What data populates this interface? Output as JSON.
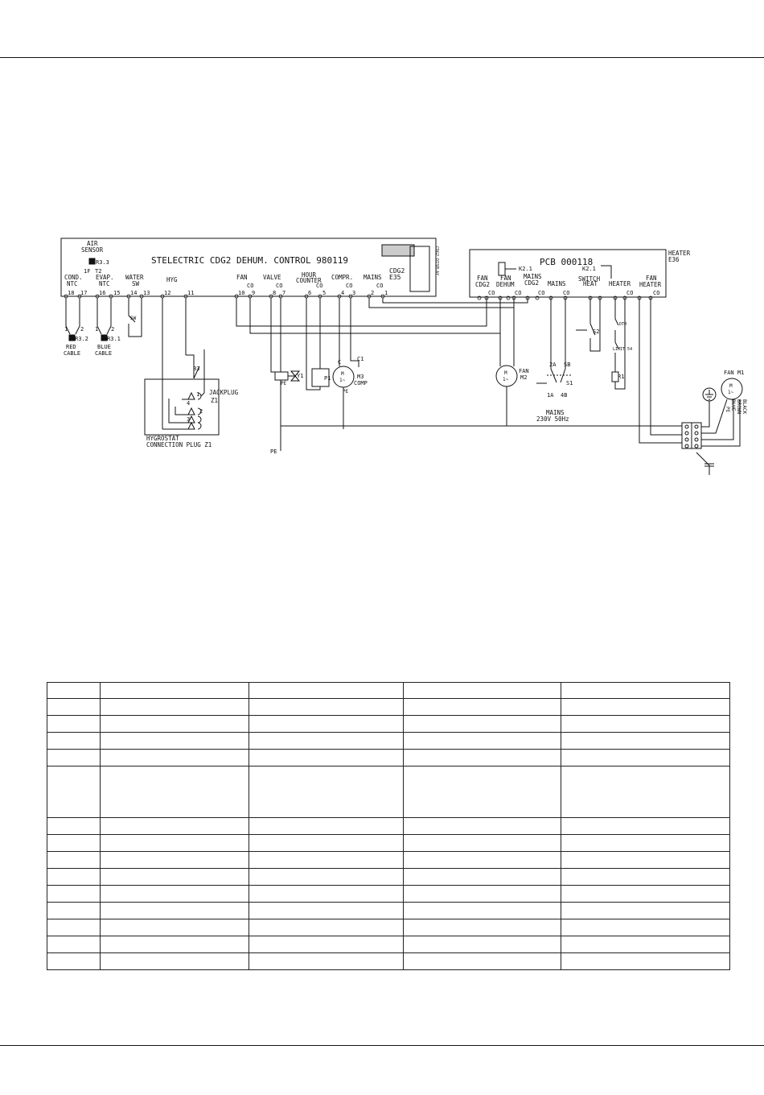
{
  "diagram": {
    "dehum_title": "STELECTRIC CDG2 DEHUM. CONTROL  980119",
    "pcb_title": "PCB 000118",
    "cdg2_label": "CDG2",
    "e35_label": "E35",
    "cdg2_display": "CDG2 DISPLAY",
    "heater_label": "HEATER",
    "e36_label": "E36",
    "air_sensor_1": "AIR",
    "air_sensor_2": "SENSOR",
    "r33": "R3.3",
    "tf": "1F",
    "t2": "T2",
    "cond_1": "COND.",
    "cond_2": "NTC",
    "evap_1": "EVAP.",
    "evap_2": "NTC",
    "water_1": "WATER",
    "water_2": "SW",
    "hyg": "HYG",
    "fan_l": "FAN",
    "valve": "VALVE",
    "hour_1": "HOUR",
    "hour_2": "COUNTER",
    "compr": "COMPR.",
    "mains_l": "MAINS",
    "co": "CO",
    "fan_cdg2_1": "FAN",
    "fan_cdg2_2": "CDG2",
    "fan_dehum_1": "FAN",
    "fan_dehum_2": "DEHUM",
    "mains_cdg2_1": "MAINS",
    "mains_cdg2_2": "CDG2",
    "mains_r": "MAINS",
    "switch_1": "SWITCH",
    "switch_2": "HEAT",
    "heater_r": "HEATER",
    "fan_heater_1": "FAN",
    "fan_heater_2": "HEATER",
    "k21": "K2.1",
    "k21b": "K2.1",
    "r32": "R3.2",
    "red_1": "RED",
    "red_2": "CABLE",
    "r31": "R3.1",
    "blue_1": "BLUE",
    "blue_2": "CABLE",
    "sw": "SW",
    "b3": "B3",
    "jackplug": "JACKPLUG",
    "z1": "Z1",
    "hygro_1": "HYGROSTAT",
    "hygro_2": "CONNECTION PLUG Z1",
    "y1": "Y1",
    "p1": "P1",
    "m3": "M3",
    "comp": "COMP",
    "c1": "C1",
    "c": "C",
    "pe": "PE",
    "pe_ground": "PE",
    "fan_m2_1": "FAN",
    "fan_m2_2": "M2",
    "s2": "S2",
    "sa": "2A",
    "sb": "SB",
    "s1": "S1",
    "s1a": "1A",
    "s1b": "4B",
    "r1": "R1",
    "dth": "DTH",
    "limit": "LIMIT 54",
    "mains_1": "MAINS",
    "mains_2": "230V 50Hz",
    "fan_m1": "FAN M1",
    "black": "BLACK",
    "brown": "BROWN",
    "blue": "BLUE",
    "pe_wire": "PE",
    "t_18": "18",
    "t_17": "17",
    "t_16": "16",
    "t_15": "15",
    "t_14": "14",
    "t_13": "13",
    "t_12": "12",
    "t_11": "11",
    "t_10": "10",
    "t_9": "9",
    "t_8": "8",
    "t_7": "7",
    "t_6": "6",
    "t_5": "5",
    "t_4": "4",
    "t_3": "3",
    "t_2": "2",
    "t_1": "1",
    "n1": "1",
    "n2": "2",
    "n3": "1",
    "n4": "2",
    "j1": "1",
    "j2": "2",
    "j3": "3",
    "j4": "4",
    "m_in": "M",
    "m_sym": "1~"
  },
  "table": {
    "rows": [
      [
        "",
        "",
        "",
        "",
        ""
      ],
      [
        "",
        "",
        "",
        "",
        ""
      ],
      [
        "",
        "",
        "",
        "",
        ""
      ],
      [
        "",
        "",
        "",
        "",
        ""
      ],
      [
        "",
        "",
        "",
        "",
        ""
      ],
      [
        "",
        "",
        "",
        "",
        ""
      ],
      [
        "",
        "",
        "",
        "",
        ""
      ],
      [
        "",
        "",
        "",
        "",
        ""
      ],
      [
        "",
        "",
        "",
        "",
        ""
      ],
      [
        "",
        "",
        "",
        "",
        ""
      ],
      [
        "",
        "",
        "",
        "",
        ""
      ],
      [
        "",
        "",
        "",
        "",
        ""
      ],
      [
        "",
        "",
        "",
        "",
        ""
      ],
      [
        "",
        "",
        "",
        "",
        ""
      ],
      [
        "",
        "",
        "",
        "",
        ""
      ],
      [
        "",
        "",
        "",
        "",
        ""
      ],
      [
        "",
        "",
        "",
        "",
        ""
      ]
    ]
  }
}
